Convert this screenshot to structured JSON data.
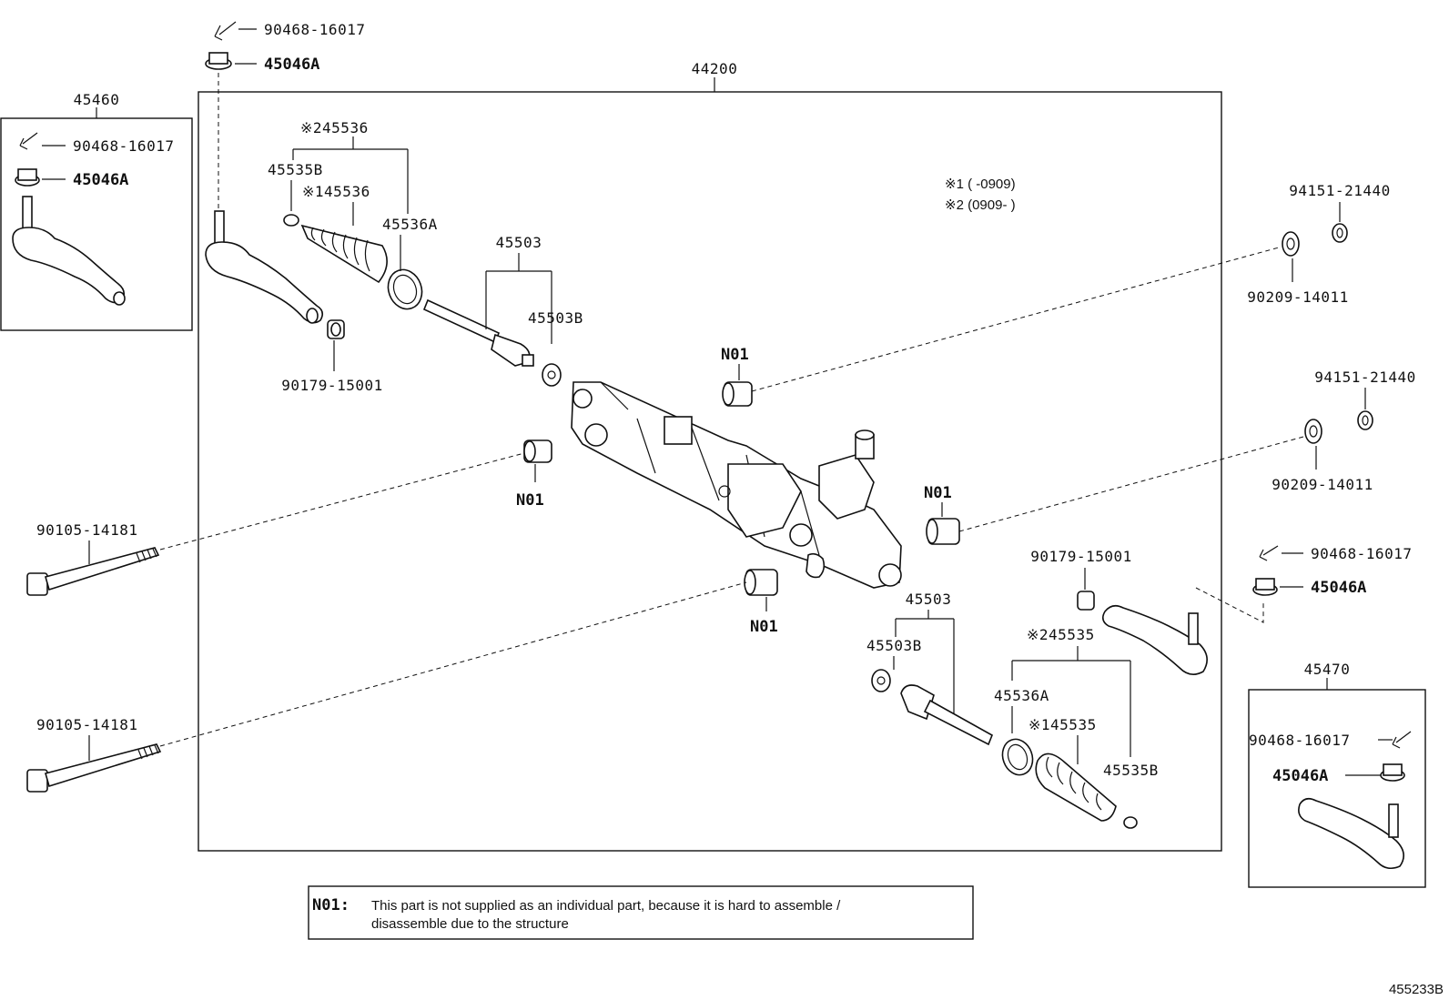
{
  "labels": {
    "assembly_44200": "44200",
    "box_45460": "45460",
    "box_45470": "45470",
    "cotter_pin_tl": "90468-16017",
    "nut_tl": "45046A",
    "cotter_pin_box_l": "90468-16017",
    "nut_box_l": "45046A",
    "boot_kit_2_l": "※245536",
    "clip_l": "45535B",
    "boot_kit_1_l": "※145536",
    "clamp_l": "45536A",
    "tie_rod_l": "45503",
    "washer_l": "45503B",
    "nut_90179_l": "90179-15001",
    "n01_top": "N01",
    "n01_left": "N01",
    "n01_right": "N01",
    "n01_bottom": "N01",
    "bolt_top": "90105-14181",
    "bolt_bottom": "90105-14181",
    "nut_94151_top": "94151-21440",
    "washer_90209_top": "90209-14011",
    "nut_94151_mid": "94151-21440",
    "washer_90209_mid": "90209-14011",
    "nut_90179_r": "90179-15001",
    "cotter_pin_r": "90468-16017",
    "nut_r": "45046A",
    "tie_rod_r": "45503",
    "washer_r": "45503B",
    "boot_kit_2_r": "※245535",
    "clamp_r": "45536A",
    "boot_kit_1_r": "※145535",
    "clip_r": "45535B",
    "cotter_pin_box_r": "90468-16017",
    "nut_box_r": "45046A",
    "note_1": "※1 (     -0909)",
    "note_2": "※2 (0909-      )",
    "figure_id": "455233B"
  },
  "legend": {
    "code": "N01:",
    "line1": "This part is not supplied as an individual part, because it is hard to assemble /",
    "line2": "disassemble  due to the structure"
  }
}
